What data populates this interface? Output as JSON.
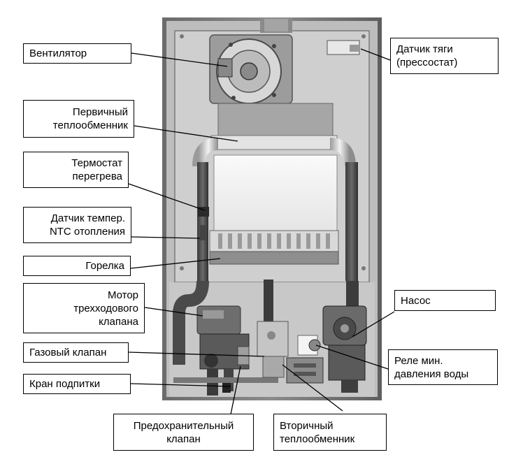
{
  "labels": {
    "fan": "Вентилятор",
    "draft_sensor_1": "Датчик тяги",
    "draft_sensor_2": "(прессостат)",
    "primary_hx_1": "Первичный",
    "primary_hx_2": "теплообменник",
    "overheat_1": "Термостат",
    "overheat_2": "перегрева",
    "ntc_1": "Датчик темпер.",
    "ntc_2": "NTC отопления",
    "burner": "Горелка",
    "motor_1": "Мотор",
    "motor_2": "трехходового",
    "motor_3": "клапана",
    "pump": "Насос",
    "gas_valve": "Газовый клапан",
    "min_pressure_1": "Реле мин.",
    "min_pressure_2": "давления воды",
    "fill_tap": "Кран подпитки",
    "safety_valve_1": "Предохранительный",
    "safety_valve_2": "клапан",
    "secondary_hx_1": "Вторичный",
    "secondary_hx_2": "теплообменник"
  }
}
